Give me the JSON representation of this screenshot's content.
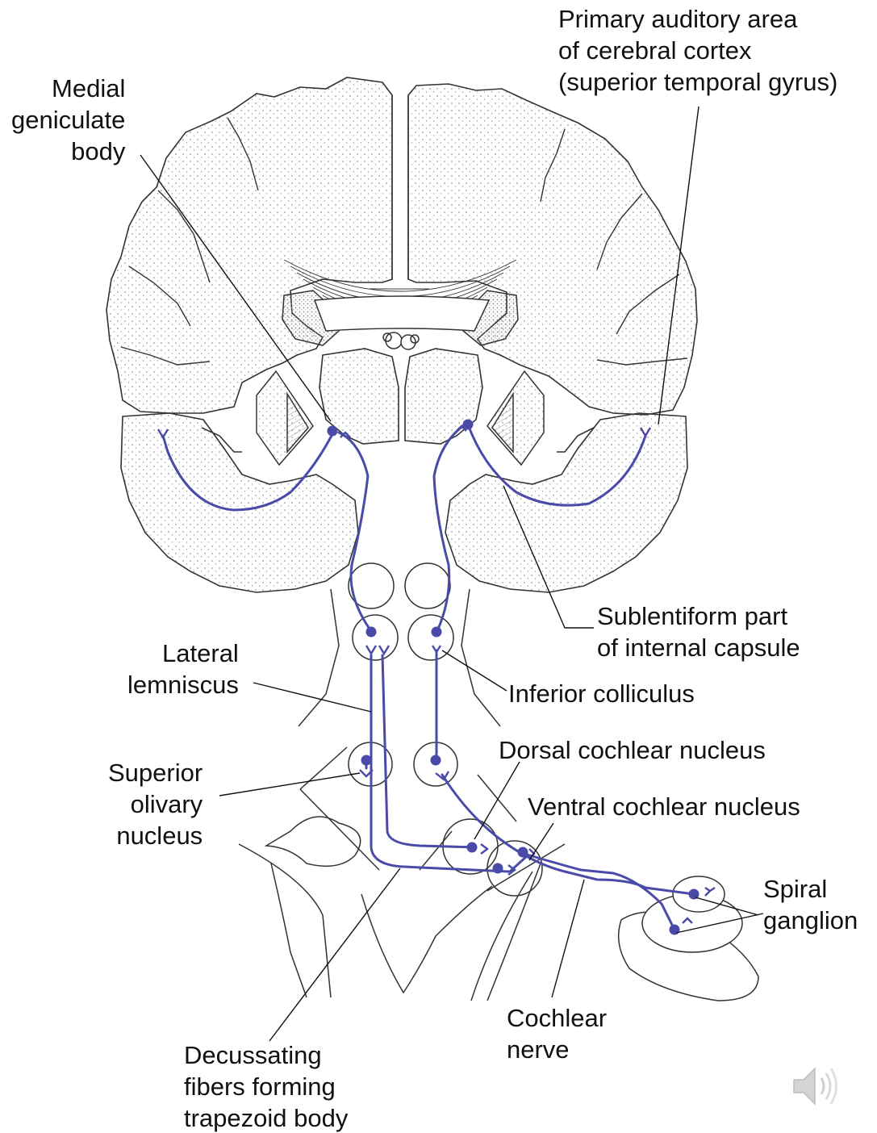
{
  "labels": {
    "medial_geniculate": "Medial\ngeniculate\nbody",
    "primary_auditory": "Primary auditory area\nof cerebral cortex\n(superior temporal gyrus)",
    "sublentiform": "Sublentiform part\nof internal capsule",
    "lateral_lemniscus": "Lateral\nlemniscus",
    "inferior_colliculus": "Inferior colliculus",
    "dorsal_cochlear": "Dorsal cochlear nucleus",
    "ventral_cochlear": "Ventral cochlear nucleus",
    "superior_olivary": "Superior\nolivary\nnucleus",
    "spiral_ganglion": "Spiral\nganglion",
    "cochlear_nerve": "Cochlear\nnerve",
    "decussating": "Decussating\nfibers forming\ntrapezoid body"
  },
  "colors": {
    "pathway": "#4a4aa8",
    "outline": "#333333",
    "stipple": "#9a9a9a",
    "text": "#111111"
  },
  "icons": {
    "audio": "speaker-icon"
  }
}
